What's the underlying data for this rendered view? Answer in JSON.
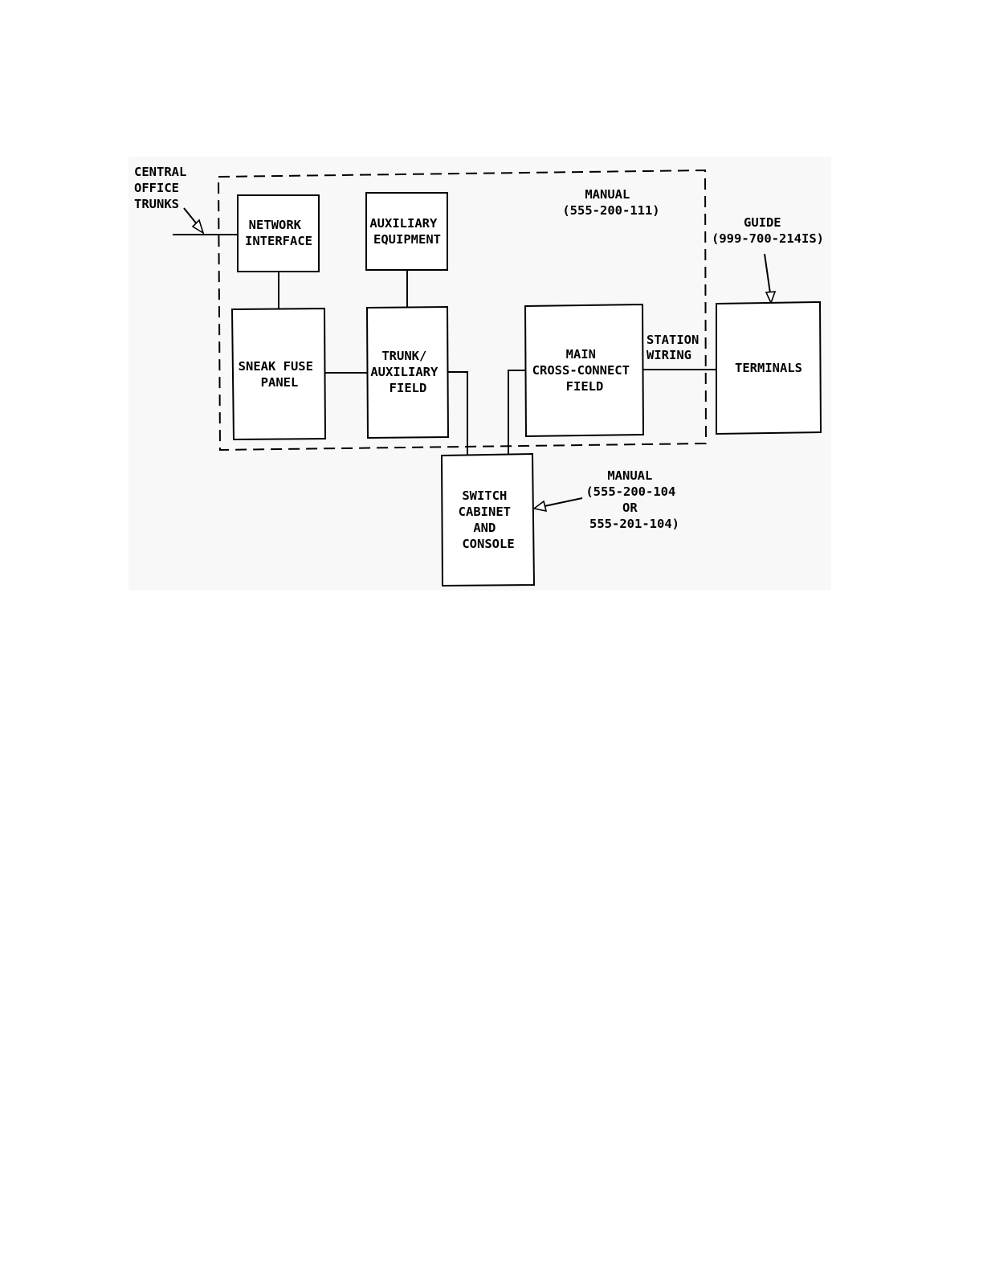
{
  "central_office_trunks": [
    "CENTRAL",
    "OFFICE",
    "TRUNKS"
  ],
  "manual_111": [
    "MANUAL",
    "(555-200-111)"
  ],
  "guide": [
    "GUIDE",
    "(999-700-214IS)"
  ],
  "manual_104": [
    "MANUAL",
    "(555-200-104",
    "OR",
    "555-201-104)"
  ],
  "station_wiring": [
    "STATION",
    "WIRING"
  ],
  "boxes": {
    "network_interface": [
      "NETWORK",
      "INTERFACE"
    ],
    "auxiliary_equipment": [
      "AUXILIARY",
      "EQUIPMENT"
    ],
    "sneak_fuse_panel": [
      "SNEAK FUSE",
      "PANEL"
    ],
    "trunk_auxiliary_field": [
      "TRUNK/",
      "AUXILIARY",
      "FIELD"
    ],
    "main_cross_connect_field": [
      "MAIN",
      "CROSS-CONNECT",
      "FIELD"
    ],
    "terminals": [
      "TERMINALS"
    ],
    "switch_cabinet_console": [
      "SWITCH",
      "CABINET",
      "AND",
      "CONSOLE"
    ]
  }
}
